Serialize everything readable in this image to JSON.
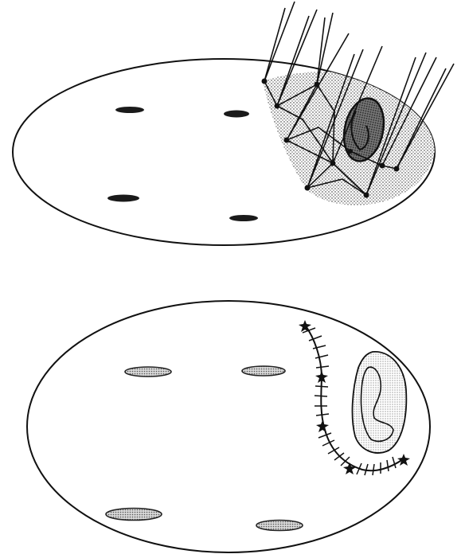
{
  "figure": {
    "panels": [
      {
        "id": "top",
        "spot_count": 4,
        "needle_count": 10,
        "has_dotted_region": true,
        "has_dark_lesion": true
      },
      {
        "id": "bottom",
        "spot_count": 4,
        "has_stitched_suture": true,
        "has_dotted_lesion": true
      }
    ],
    "colors": {
      "stroke": "#111111",
      "background": "#ffffff",
      "spot_fill_top": "#1a1a1a",
      "spot_fill_bottom": "#b8b8b8",
      "lesion_dark": "#555555",
      "stipple": "#222222"
    }
  }
}
